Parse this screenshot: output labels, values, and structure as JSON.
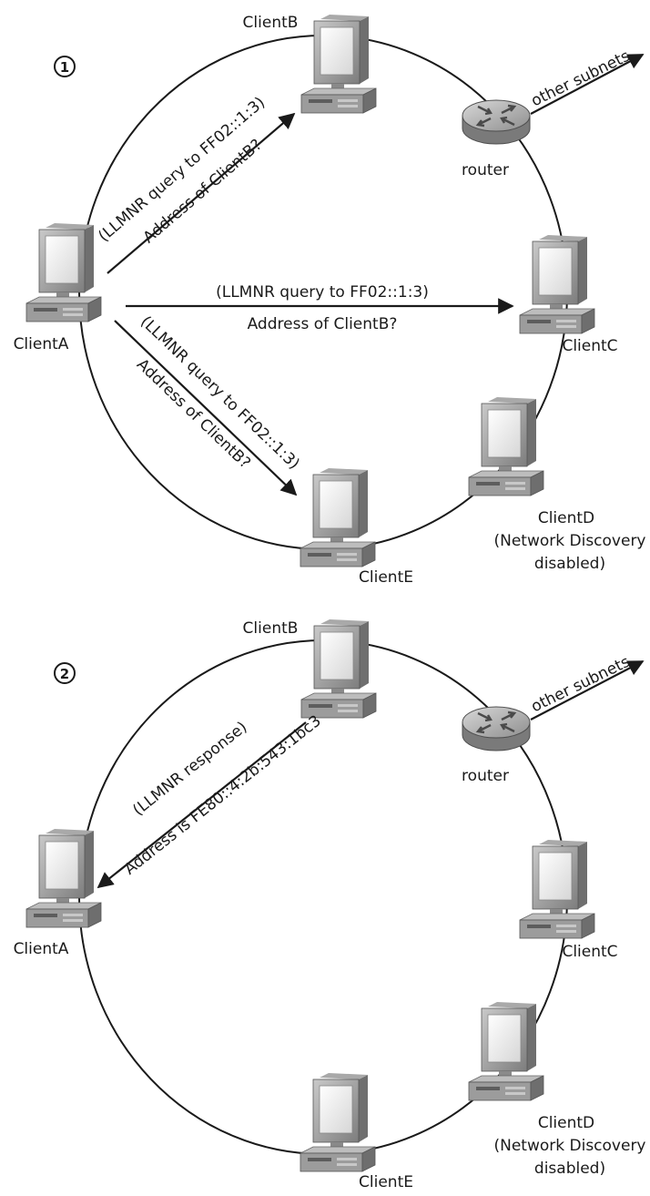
{
  "panel1": {
    "step": "1",
    "clients": {
      "a": "ClientA",
      "b": "ClientB",
      "c": "ClientC",
      "d": "ClientD",
      "d_note_1": "(Network Discovery",
      "d_note_2": "disabled)",
      "e": "ClientE"
    },
    "router": "router",
    "other_subnets": "other subnets",
    "query_line_1": "(LLMNR query to FF02::1:3)",
    "query_line_2": "Address of ClientB?"
  },
  "panel2": {
    "step": "2",
    "clients": {
      "a": "ClientA",
      "b": "ClientB",
      "c": "ClientC",
      "d": "ClientD",
      "d_note_1": "(Network Discovery",
      "d_note_2": "disabled)",
      "e": "ClientE"
    },
    "router": "router",
    "other_subnets": "other subnets",
    "response_line_1": "(LLMNR response)",
    "response_line_2": "Address is FE80::4:2b:543:1bc3"
  }
}
